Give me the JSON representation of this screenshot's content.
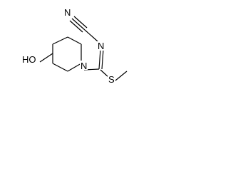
{
  "molecule": {
    "atoms": {
      "cyano_n": "N",
      "imine_n": "N",
      "ring_n": "N",
      "hydroxyl": "HO",
      "sulfur": "S"
    },
    "colors": {
      "background": "#ffffff",
      "ink": "#000000"
    }
  }
}
